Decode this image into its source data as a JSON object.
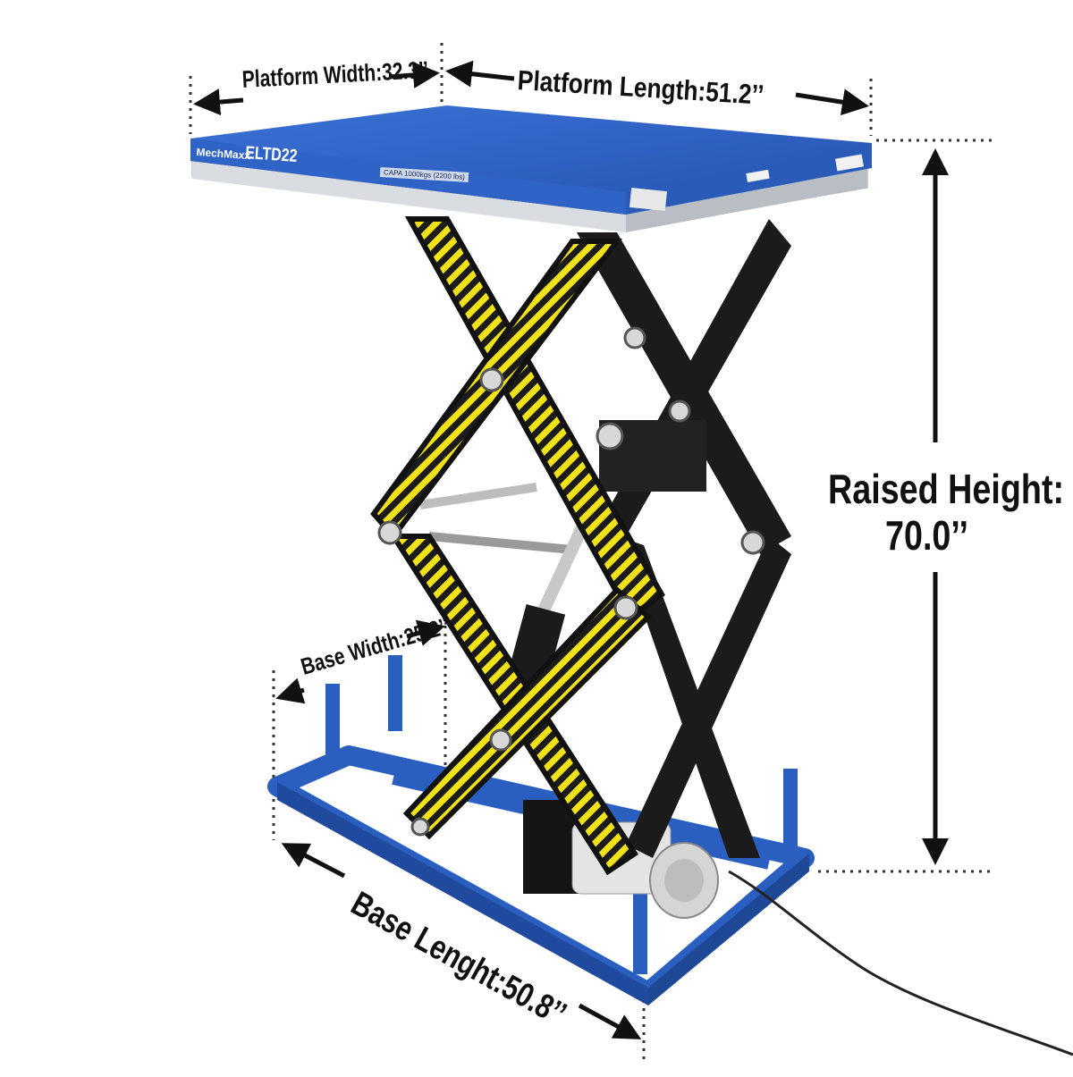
{
  "dimensions": {
    "platform_width": "Platform Width:32.3’’",
    "platform_length": "Platform Length:51.2’’",
    "raised_height_line1": "Raised Height:",
    "raised_height_line2": "70.0’’",
    "base_width": "Base Width:25.2’’",
    "base_length": "Base Lenght:50.8’’"
  },
  "product": {
    "brand": "MechMaxx",
    "model": "ELTD22",
    "capacity": "CAPA 1000kgs (2200 lbs)"
  },
  "colors": {
    "platform_blue": "#2f63c6",
    "base_blue": "#2a5fc0",
    "scissor_black": "#1b1b1b",
    "hazard_yellow": "#f2e21a"
  }
}
